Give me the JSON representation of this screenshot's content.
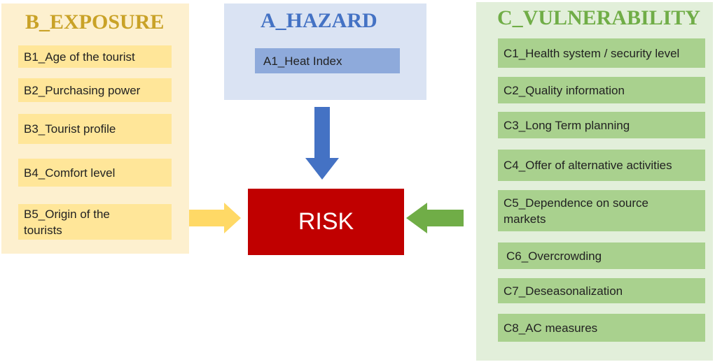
{
  "exposure": {
    "title": "B_EXPOSURE",
    "items": [
      "B1_Age of the tourist",
      "B2_Purchasing power",
      "B3_Tourist profile",
      "B4_Comfort level",
      "B5_Origin of the tourists"
    ],
    "color": "#c9a227"
  },
  "hazard": {
    "title": "A_HAZARD",
    "items": [
      "A1_Heat Index"
    ],
    "color": "#4472c4"
  },
  "vulnerability": {
    "title": "C_VULNERABILITY",
    "items": [
      "C1_Health system / security level",
      "C2_Quality information",
      "C3_Long Term planning",
      "C4_Offer of alternative activities",
      "C5_Dependence on source markets",
      "C6_Overcrowding",
      "C7_Deseasonalization",
      "C8_AC measures"
    ],
    "color": "#70ad47"
  },
  "risk": {
    "label": "RISK",
    "color": "#c00000"
  },
  "arrows": [
    {
      "name": "hazard-to-risk-arrow",
      "color": "#4472c4"
    },
    {
      "name": "exposure-to-risk-arrow",
      "color": "#ffd966"
    },
    {
      "name": "vulnerability-to-risk-arrow",
      "color": "#70ad47"
    }
  ]
}
